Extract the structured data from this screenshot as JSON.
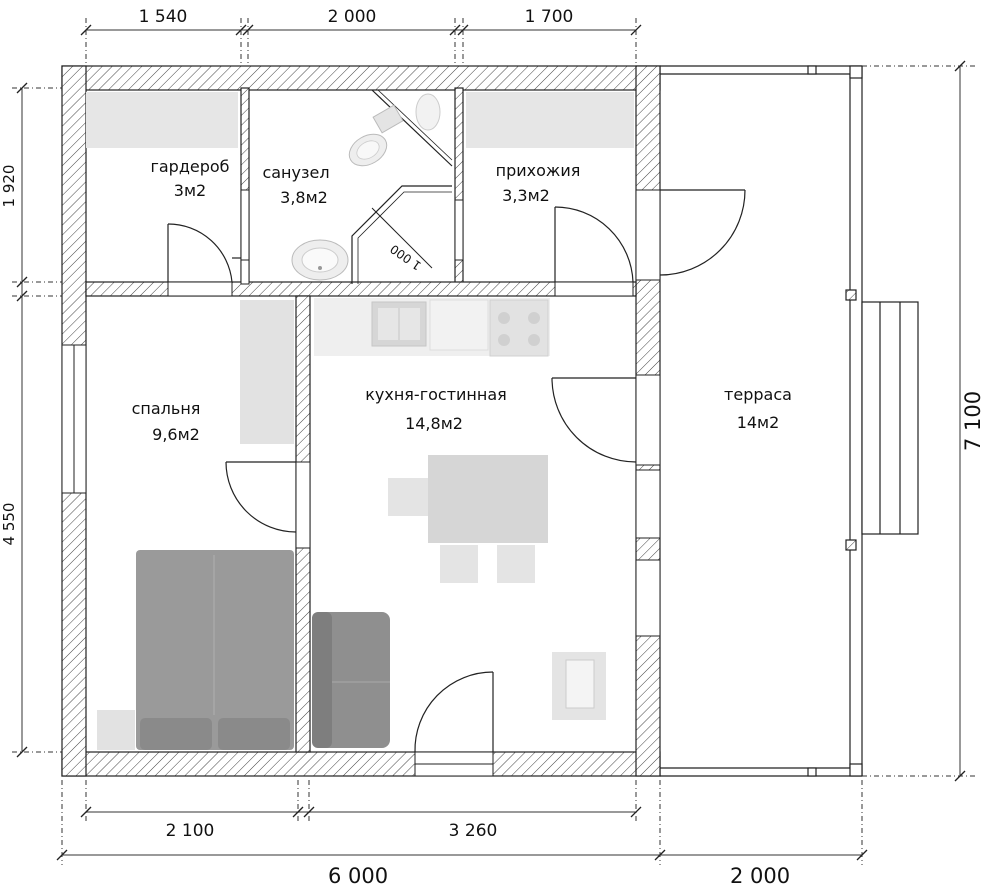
{
  "dimensions": {
    "top": [
      "1 540",
      "2 000",
      "1 700"
    ],
    "left": [
      "1 920",
      "4 550"
    ],
    "right": "7 100",
    "bottom_inner": [
      "2 100",
      "3 260"
    ],
    "bottom_total": [
      "6 000",
      "2 000"
    ],
    "door_diagonal": "1 000"
  },
  "rooms": {
    "wardrobe": {
      "name": "гардероб",
      "area": "3м2"
    },
    "bathroom": {
      "name": "санузел",
      "area": "3,8м2"
    },
    "hallway": {
      "name": "прихожия",
      "area": "3,3м2"
    },
    "bedroom": {
      "name": "спальня",
      "area": "9,6м2"
    },
    "kitchen": {
      "name": "кухня-гостинная",
      "area": "14,8м2"
    },
    "terrace": {
      "name": "терраса",
      "area": "14м2"
    }
  },
  "colors": {
    "wall_line": "#222222",
    "hatch": "#555555",
    "furniture": "#d8d8d8",
    "bed": "#9a9a9a",
    "sofa": "#8f8f8f"
  }
}
